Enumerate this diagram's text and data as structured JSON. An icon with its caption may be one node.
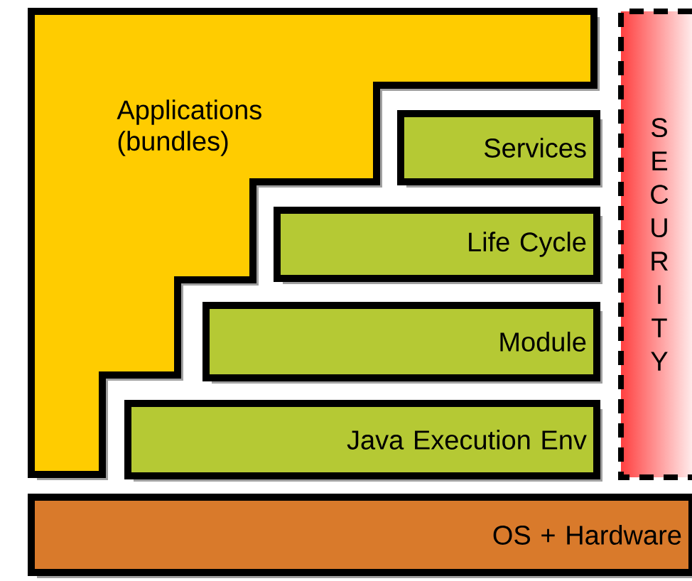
{
  "diagram": {
    "nodes": [
      {
        "text": [
          "Applications (bundles)"
        ]
      },
      {
        "text": [
          "Services"
        ]
      },
      {
        "text": [
          "Life Cycle"
        ]
      },
      {
        "text": [
          "Module"
        ]
      },
      {
        "text": [
          "Java Execution Env"
        ]
      },
      {
        "text": [
          "SECURITY"
        ]
      },
      {
        "text": [
          "OS + Hardware"
        ]
      }
    ]
  }
}
